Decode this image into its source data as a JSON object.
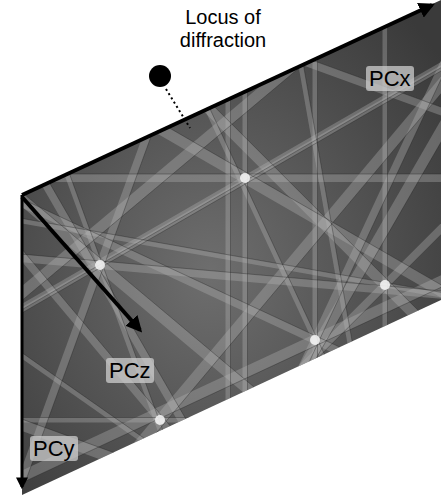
{
  "diagram": {
    "labels": [
      "Locus of diffraction",
      "PCx",
      "PCz",
      "PCy"
    ]
  }
}
